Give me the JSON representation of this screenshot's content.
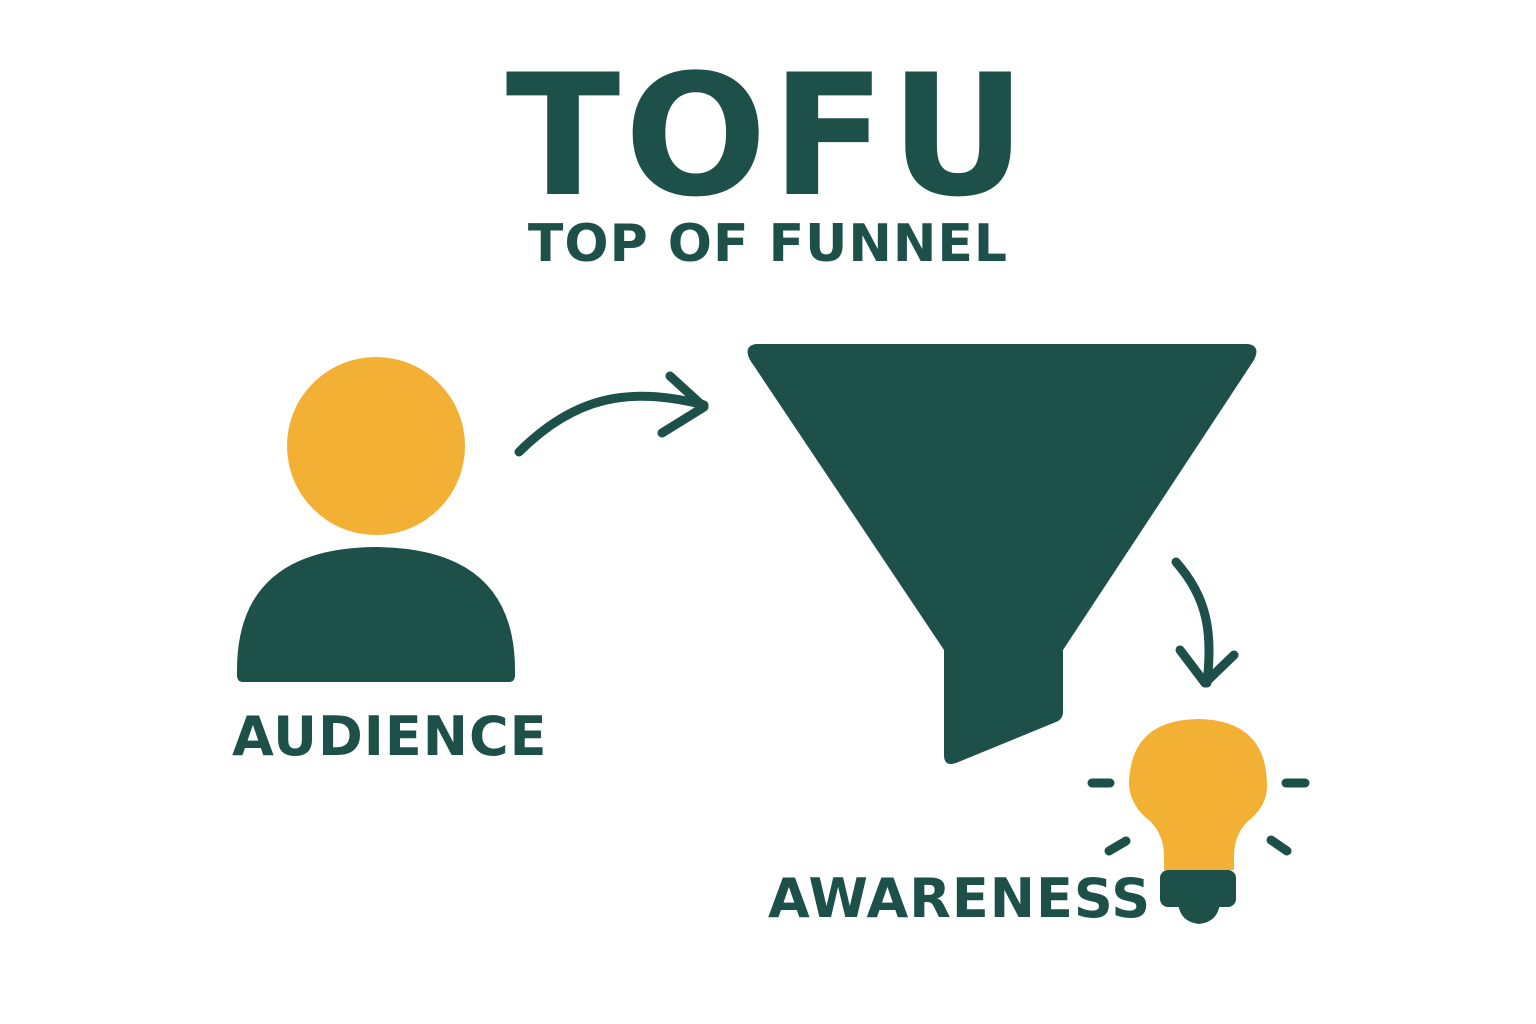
{
  "title": "TOFU",
  "subtitle": "TOP OF FUNNEL",
  "nodes": {
    "audience": {
      "label": "AUDIENCE",
      "icon": "person-icon"
    },
    "funnel": {
      "icon": "funnel-icon"
    },
    "awareness": {
      "label": "AWARENESS",
      "icon": "lightbulb-icon"
    }
  },
  "edges": [
    {
      "from": "audience",
      "to": "funnel"
    },
    {
      "from": "funnel",
      "to": "awareness"
    }
  ],
  "colors": {
    "primary": "#1c5049",
    "accent": "#f2b134",
    "background": "#ffffff"
  }
}
